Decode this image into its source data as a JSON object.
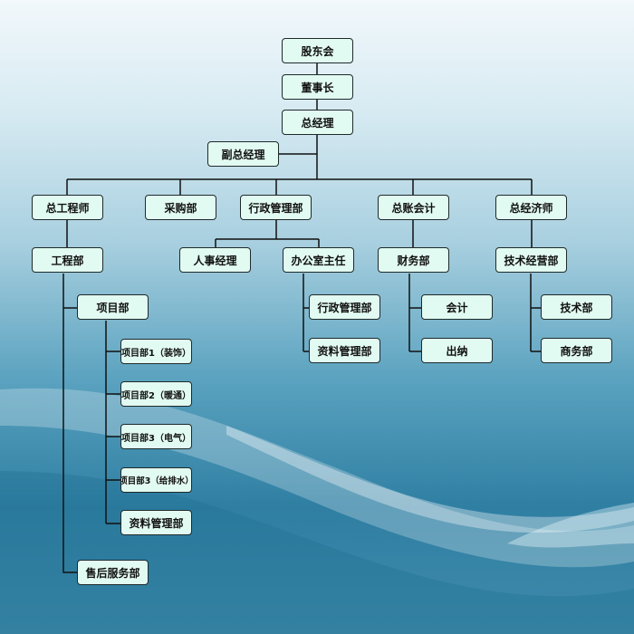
{
  "top": {
    "shareholders": "股东会",
    "chairman": "董事长",
    "gm": "总经理",
    "deputy_gm": "副总经理"
  },
  "level2": [
    "总工程师",
    "采购部",
    "行政管理部",
    "总账会计",
    "总经济师"
  ],
  "level3": [
    "工程部",
    "人事经理",
    "办公室主任",
    "财务部",
    "技术经营部"
  ],
  "engineering": {
    "project_dept": "项目部",
    "after_sales": "售后服务部",
    "projects": [
      "项目部1（装饰）",
      "项目部2（暖通）",
      "项目部3（电气）",
      "项目部3（给排水）",
      "资料管理部"
    ]
  },
  "office": [
    "行政管理部",
    "资料管理部"
  ],
  "finance": [
    "会计",
    "出纳"
  ],
  "tech": [
    "技术部",
    "商务部"
  ]
}
